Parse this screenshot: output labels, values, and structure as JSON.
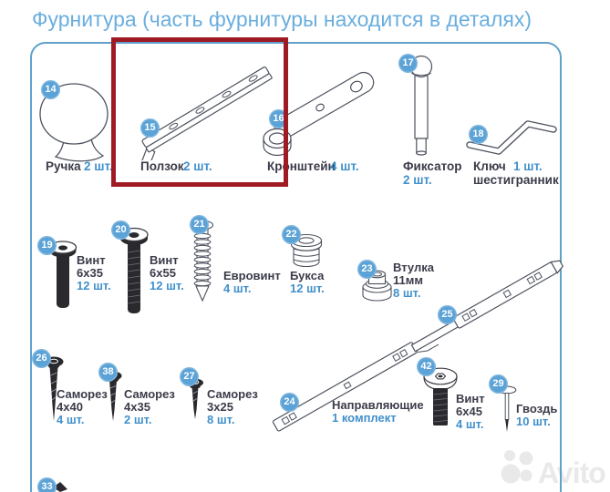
{
  "title": "Фурнитура (часть фурнитуры находится в деталях)",
  "watermark_text": "Avito",
  "colors": {
    "title_blue": "#6aaede",
    "badge_blue": "#5ba2d6",
    "count_blue": "#4190cb",
    "label_dark": "#3b3b4a",
    "panel_border": "#61a1c9",
    "highlight_red": "#9e1b24"
  },
  "items": {
    "i14": {
      "num": "14",
      "name": "Ручка",
      "count": "2 шт."
    },
    "i15": {
      "num": "15",
      "name": "Ползок",
      "count": "2 шт."
    },
    "i16": {
      "num": "16",
      "name": "Кронштейн",
      "count": "4 шт."
    },
    "i17": {
      "num": "17",
      "name": "Фиксатор",
      "count": "2 шт."
    },
    "i18": {
      "num": "18",
      "name": "Ключ",
      "name2": "шестигранник",
      "count": "1 шт."
    },
    "i19": {
      "num": "19",
      "name": "Винт",
      "size": "6x35",
      "count": "12 шт."
    },
    "i20": {
      "num": "20",
      "name": "Винт",
      "size": "6x55",
      "count": "12 шт."
    },
    "i21": {
      "num": "21",
      "name": "Евровинт",
      "count": "4 шт."
    },
    "i22": {
      "num": "22",
      "name": "Букса",
      "count": "12 шт."
    },
    "i23": {
      "num": "23",
      "name": "Втулка",
      "size": "11мм",
      "count": "8 шт."
    },
    "i24": {
      "num": "24",
      "name": "Направляющие",
      "count": "1 комплект"
    },
    "i25": {
      "num": "25"
    },
    "i26": {
      "num": "26",
      "name": "Саморез",
      "size": "4x40",
      "count": "4 шт."
    },
    "i38": {
      "num": "38",
      "name": "Саморез",
      "size": "4x35",
      "count": "2 шт."
    },
    "i27": {
      "num": "27",
      "name": "Саморез",
      "size": "3x25",
      "count": "8 шт."
    },
    "i42": {
      "num": "42",
      "name": "Винт",
      "size": "6x45",
      "count": "4 шт."
    },
    "i29": {
      "num": "29",
      "name": "Гвоздь",
      "count": "10 шт."
    },
    "i33": {
      "num": "33"
    }
  }
}
